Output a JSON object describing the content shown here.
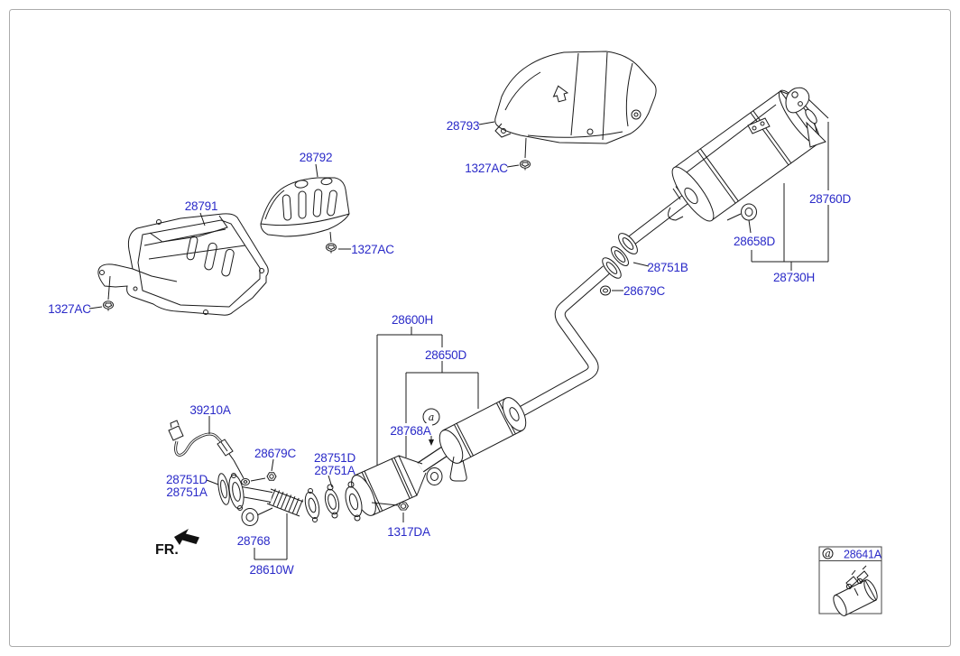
{
  "page": {
    "background": "#ffffff",
    "border_color": "#ababab",
    "label_color": "#2a2ac8",
    "line_color": "#1a1a1a"
  },
  "diagram": {
    "fr_label": "FR.",
    "callout_marker": "a",
    "legend": {
      "marker": "a",
      "part_number": "28641A"
    },
    "labels": {
      "l28791": "28791",
      "l28792": "28792",
      "l28793": "28793",
      "l1327ac_left": "1327AC",
      "l1327ac_mid": "1327AC",
      "l1327ac_top": "1327AC",
      "l28760d": "28760D",
      "l28658d": "28658D",
      "l28730h": "28730H",
      "l28751b": "28751B",
      "l28679c_right": "28679C",
      "l28600h": "28600H",
      "l28650d": "28650D",
      "l28768a": "28768A",
      "l39210a": "39210A",
      "l28679c_left": "28679C",
      "l28751d_left": "28751D",
      "l28751a_left": "28751A",
      "l28751d_mid": "28751D",
      "l28751a_mid": "28751A",
      "l28768": "28768",
      "l28610w": "28610W",
      "l1317da": "1317DA"
    }
  }
}
